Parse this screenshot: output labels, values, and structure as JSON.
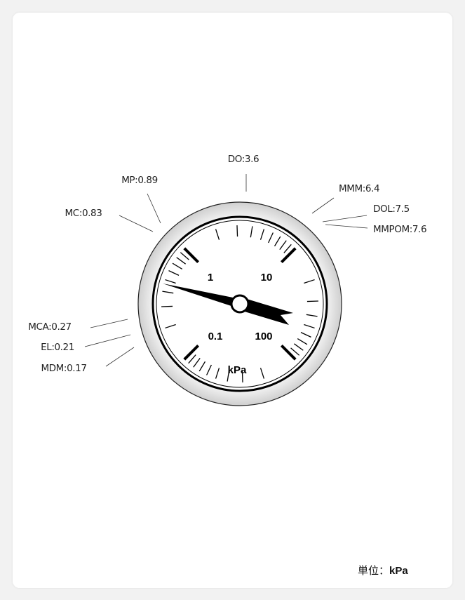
{
  "gauge": {
    "unit": "kPa",
    "scale_type": "logarithmic",
    "min": 0.1,
    "max": 1000,
    "major_labels": [
      "0.1",
      "1",
      "10",
      "100"
    ],
    "needle_value": 54,
    "annotations": [
      {
        "label": "DO:3.6"
      },
      {
        "label": "MP:0.89"
      },
      {
        "label": "MC:0.83"
      },
      {
        "label": "MMM:6.4"
      },
      {
        "label": "DOL:7.5"
      },
      {
        "label": "MMPOM:7.6"
      },
      {
        "label": "MCA:0.27"
      },
      {
        "label": "EL:0.21"
      },
      {
        "label": "MDM:0.17"
      }
    ]
  },
  "footer": {
    "prefix": "単位：",
    "unit": "kPa"
  }
}
